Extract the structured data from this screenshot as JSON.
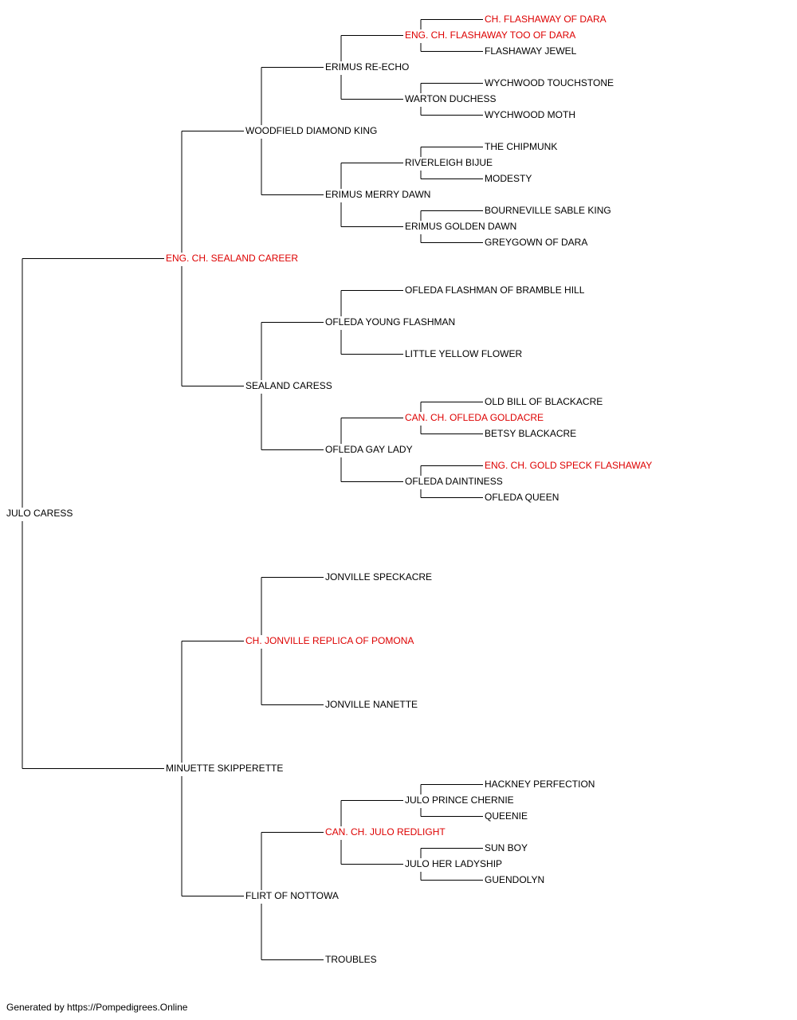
{
  "colors": {
    "default": "#000000",
    "champion": "#dd0000",
    "line": "#000000"
  },
  "pedigree": {
    "name": "JULO CARESS",
    "sire": {
      "name": "ENG. CH. SEALAND CAREER",
      "champion": true,
      "sire": {
        "name": "WOODFIELD DIAMOND KING",
        "sire": {
          "name": "ERIMUS RE-ECHO",
          "sire": {
            "name": "ENG. CH. FLASHAWAY TOO OF DARA",
            "champion": true,
            "sire": {
              "name": "CH. FLASHAWAY OF DARA",
              "champion": true
            },
            "dam": {
              "name": "FLASHAWAY JEWEL"
            }
          },
          "dam": {
            "name": "WARTON DUCHESS",
            "sire": {
              "name": "WYCHWOOD TOUCHSTONE"
            },
            "dam": {
              "name": "WYCHWOOD MOTH"
            }
          }
        },
        "dam": {
          "name": "ERIMUS MERRY DAWN",
          "sire": {
            "name": "RIVERLEIGH BIJUE",
            "sire": {
              "name": "THE CHIPMUNK"
            },
            "dam": {
              "name": "MODESTY"
            }
          },
          "dam": {
            "name": "ERIMUS GOLDEN DAWN",
            "sire": {
              "name": "BOURNEVILLE SABLE KING"
            },
            "dam": {
              "name": "GREYGOWN OF DARA"
            }
          }
        }
      },
      "dam": {
        "name": "SEALAND CARESS",
        "sire": {
          "name": "OFLEDA YOUNG FLASHMAN",
          "sire": {
            "name": "OFLEDA FLASHMAN OF BRAMBLE HILL"
          },
          "dam": {
            "name": "LITTLE YELLOW FLOWER"
          }
        },
        "dam": {
          "name": "OFLEDA GAY LADY",
          "sire": {
            "name": "CAN. CH. OFLEDA GOLDACRE",
            "champion": true,
            "sire": {
              "name": "OLD BILL OF BLACKACRE"
            },
            "dam": {
              "name": "BETSY BLACKACRE"
            }
          },
          "dam": {
            "name": "OFLEDA DAINTINESS",
            "sire": {
              "name": "ENG. CH. GOLD SPECK FLASHAWAY",
              "champion": true
            },
            "dam": {
              "name": "OFLEDA QUEEN"
            }
          }
        }
      }
    },
    "dam": {
      "name": "MINUETTE SKIPPERETTE",
      "sire": {
        "name": "CH. JONVILLE REPLICA OF POMONA",
        "champion": true,
        "sire": {
          "name": "JONVILLE SPECKACRE"
        },
        "dam": {
          "name": "JONVILLE NANETTE"
        }
      },
      "dam": {
        "name": "FLIRT OF NOTTOWA",
        "sire": {
          "name": "CAN. CH. JULO REDLIGHT",
          "champion": true,
          "sire": {
            "name": "JULO PRINCE CHERNIE",
            "sire": {
              "name": "HACKNEY PERFECTION"
            },
            "dam": {
              "name": "QUEENIE"
            }
          },
          "dam": {
            "name": "JULO HER LADYSHIP",
            "sire": {
              "name": "SUN BOY"
            },
            "dam": {
              "name": "GUENDOLYN"
            }
          }
        },
        "dam": {
          "name": "TROUBLES"
        }
      }
    }
  },
  "footer": {
    "text": "Generated by https://Pompedigrees.Online"
  }
}
